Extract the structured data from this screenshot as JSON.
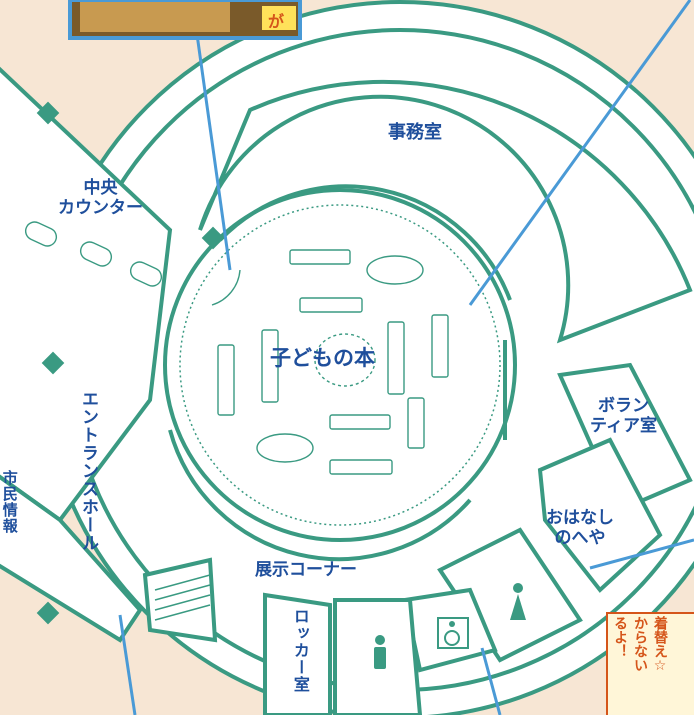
{
  "labels": {
    "jimushitsu": "事務室",
    "chuo_counter": "中央\nカウンター",
    "kodomo_no_hon": "子どもの本",
    "entrance_hall": "エントランスホール",
    "volunteer_room": "ボラン\nティア室",
    "ohanashi_no_heya": "おはなし\nのへや",
    "tenji_corner": "展示コーナー",
    "locker_room": "ロッカー室",
    "shimin_joho": "市民情報"
  },
  "callouts": {
    "photo_caption": "が",
    "dressing_note": "着替え☆\nからない\nるよ！"
  },
  "icons": [
    "man-restroom-icon",
    "wheelchair-restroom-icon",
    "woman-restroom-icon"
  ],
  "colors": {
    "background": "#f7e6d4",
    "wall": "#3a9a82",
    "room": "#ffffff",
    "label": "#1f4f9c",
    "pointer": "#4a9ad6",
    "accent_orange": "#d5551a"
  }
}
